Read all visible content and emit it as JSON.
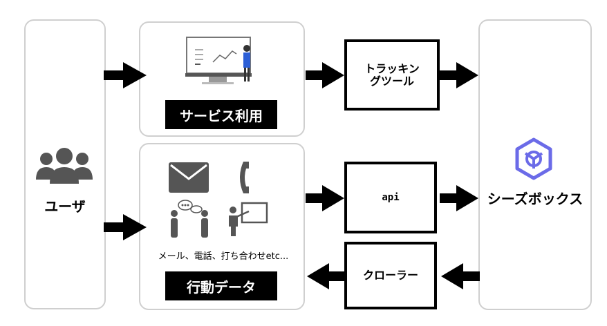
{
  "user": {
    "label": "ユーザ"
  },
  "service_use": {
    "label": "サービス利用"
  },
  "behavior_data": {
    "label": "行動データ",
    "caption": "メール、電話、打ち合わせetc..."
  },
  "tracking_tool": {
    "label": "トラッキン\nグツール"
  },
  "api": {
    "label": "api"
  },
  "crawler": {
    "label": "クローラー"
  },
  "cs_box": {
    "label": "シーズボックス"
  },
  "colors": {
    "accent": "#6b6be8",
    "panel_border": "#cfcfcf",
    "black": "#000000",
    "icon_gray": "#555555"
  }
}
